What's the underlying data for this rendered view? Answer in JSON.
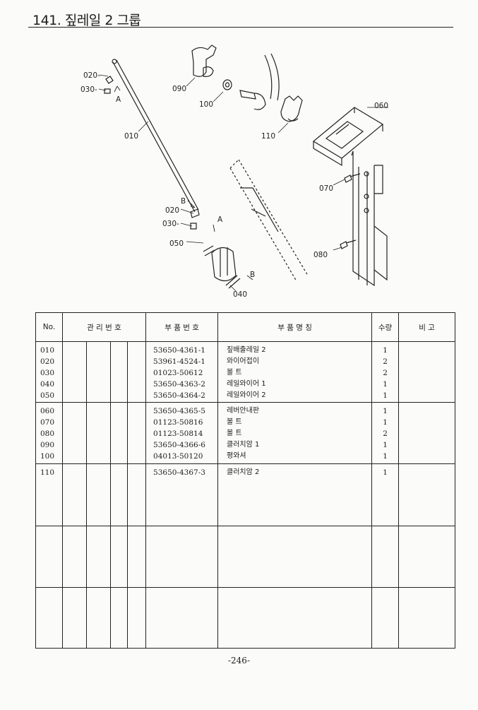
{
  "header": {
    "title": "141. 짚레일 2 그룹"
  },
  "diagram": {
    "callouts": [
      {
        "id": "c020a",
        "label": "020-"
      },
      {
        "id": "c030a",
        "label": "030-"
      },
      {
        "id": "cA1",
        "label": "A"
      },
      {
        "id": "c010",
        "label": "010"
      },
      {
        "id": "c090",
        "label": "090"
      },
      {
        "id": "c100",
        "label": "100"
      },
      {
        "id": "c110",
        "label": "110"
      },
      {
        "id": "c060",
        "label": "060"
      },
      {
        "id": "c070",
        "label": "070"
      },
      {
        "id": "cB1",
        "label": "B"
      },
      {
        "id": "c020b",
        "label": "020"
      },
      {
        "id": "c030b",
        "label": "030-"
      },
      {
        "id": "cA2",
        "label": "A"
      },
      {
        "id": "c050",
        "label": "050"
      },
      {
        "id": "c080",
        "label": "080"
      },
      {
        "id": "cB2",
        "label": "B"
      },
      {
        "id": "c040",
        "label": "040"
      }
    ]
  },
  "table": {
    "headers": {
      "no": "No.",
      "mgmt": "관 리 번 호",
      "part_no": "부 품 번 호",
      "part_name": "부 품 명 칭",
      "qty": "수량",
      "remark": "비 고"
    },
    "groups": [
      {
        "no": [
          "010",
          "020",
          "030",
          "040",
          "050"
        ],
        "part_no": [
          "53650-4361-1",
          "53961-4524-1",
          "01023-50612",
          "53650-4363-2",
          "53650-4364-2"
        ],
        "part_name": [
          "짚배출레일 2",
          "와이어접이",
          "볼 트",
          "레일와이어 1",
          "레일와이어 2"
        ],
        "qty": [
          "1",
          "2",
          "2",
          "1",
          "1"
        ]
      },
      {
        "no": [
          "060",
          "070",
          "080",
          "090",
          "100"
        ],
        "part_no": [
          "53650-4365-5",
          "01123-50816",
          "01123-50814",
          "53650-4366-6",
          "04013-50120"
        ],
        "part_name": [
          "레버안내판",
          "볼 트",
          "볼 트",
          "클러치암 1",
          "평와셔"
        ],
        "qty": [
          "1",
          "1",
          "2",
          "1",
          "1"
        ]
      },
      {
        "no": [
          "110"
        ],
        "part_no": [
          "53650-4367-3"
        ],
        "part_name": [
          "클러치암 2"
        ],
        "qty": [
          "1"
        ]
      },
      {
        "no": [],
        "part_no": [],
        "part_name": [],
        "qty": []
      },
      {
        "no": [],
        "part_no": [],
        "part_name": [],
        "qty": []
      }
    ]
  },
  "footer": {
    "page": "-246-"
  }
}
